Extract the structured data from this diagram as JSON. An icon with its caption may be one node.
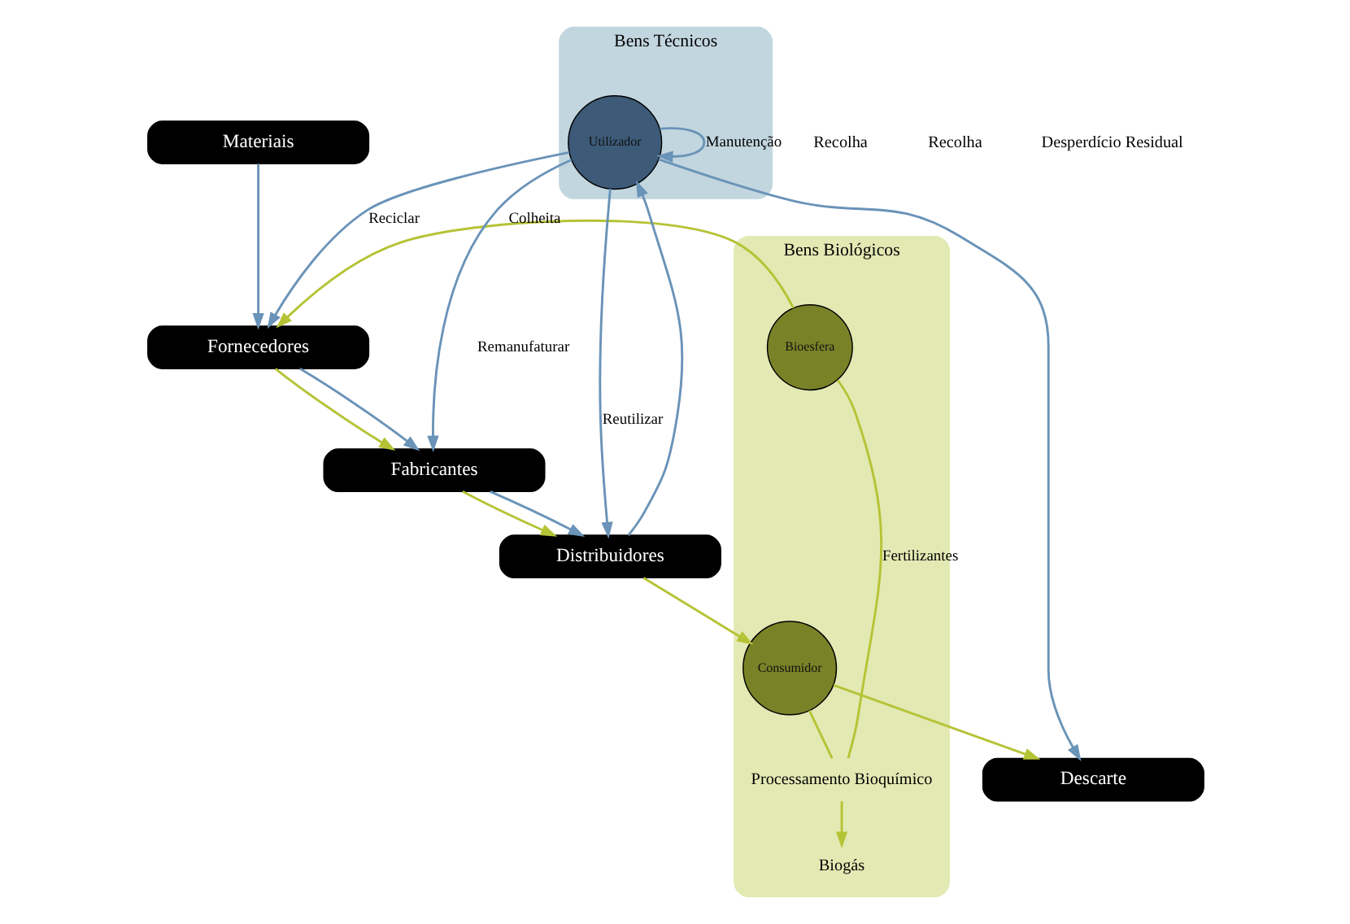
{
  "diagram": {
    "nodes": [
      {
        "text": [
          "Materiais"
        ]
      },
      {
        "text": [
          "Bens Biológicos"
        ]
      },
      {
        "text": [
          "Bens Técnicos"
        ]
      },
      {
        "text": [
          "Fornecedores"
        ]
      },
      {
        "text": [
          "Bioesfera"
        ],
        "in": 1
      },
      {
        "text": [
          "Fabricantes"
        ]
      },
      {
        "text": [
          "Distribuidores"
        ]
      },
      {
        "text": [
          "Biogás"
        ],
        "in": 1
      },
      {
        "text": [
          "Processamento Bioquímico"
        ],
        "in": 1
      },
      {
        "text": [
          "Consumidor"
        ],
        "in": 1
      },
      {
        "text": [
          "Utilizador"
        ],
        "in": 2
      },
      {
        "text": [
          "Descarte"
        ]
      }
    ],
    "edges": [
      {
        "from": 0,
        "to": 3,
        "arrow": "to",
        "color": "#6a93b8"
      },
      {
        "from": 4,
        "to": 3,
        "arrow": "to",
        "label": "Colheita",
        "color": "#b5c336"
      },
      {
        "from": 3,
        "to": 5,
        "arrow": "to",
        "color": "#b5c336"
      },
      {
        "from": 3,
        "to": 5,
        "arrow": "to",
        "color": "#6a93b8"
      },
      {
        "from": 5,
        "to": 6,
        "arrow": "to",
        "color": "#b5c336"
      },
      {
        "from": 5,
        "to": 6,
        "arrow": "to",
        "color": "#6a93b8"
      },
      {
        "from": 6,
        "to": 9,
        "arrow": "to",
        "color": "#b5c336"
      },
      {
        "from": 6,
        "to": 10,
        "arrow": "to",
        "color": "#6a93b8"
      },
      {
        "from": 9,
        "to": 8,
        "arrow": "none",
        "color": "#b5c336"
      },
      {
        "from": 8,
        "to": 4,
        "arrow": "none",
        "label": "Fertilizantes",
        "color": "#b5c336"
      },
      {
        "from": 8,
        "to": 7,
        "arrow": "to",
        "color": "#b5c336"
      },
      {
        "from": 10,
        "to": 10,
        "arrow": "to",
        "label": "Manutenção",
        "color": "#6a93b8"
      },
      {
        "from": 10,
        "to": 6,
        "arrow": "to",
        "label": "Reutilizar",
        "color": "#6a93b8"
      },
      {
        "from": 10,
        "to": 5,
        "arrow": "to",
        "label": "Remanufaturar",
        "color": "#6a93b8"
      },
      {
        "from": 10,
        "to": 3,
        "arrow": "to",
        "label": "Reciclar",
        "color": "#6a93b8"
      },
      {
        "from": 9,
        "to": 11,
        "arrow": "to",
        "color": "#b5c336"
      },
      {
        "from": 10,
        "to": 11,
        "arrow": "to",
        "color": "#6a93b8"
      }
    ],
    "labels": [
      "Recolha",
      "Recolha",
      "Desperdício Residual"
    ]
  }
}
